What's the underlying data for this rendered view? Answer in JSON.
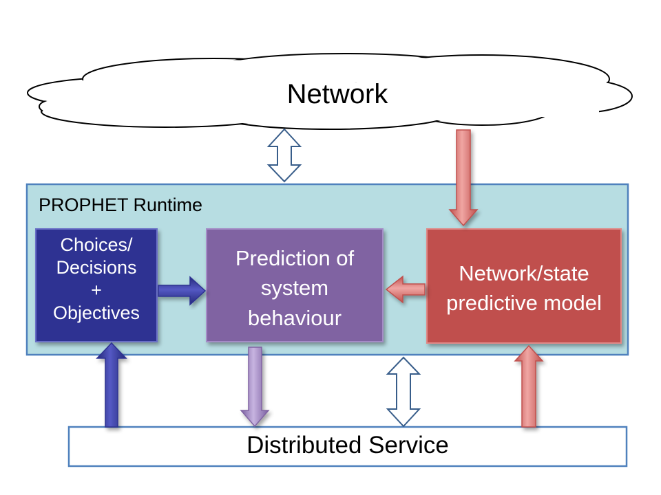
{
  "network": {
    "label": "Network"
  },
  "runtime": {
    "label": "PROPHET Runtime"
  },
  "choices": {
    "lines": [
      "Choices/",
      "Decisions",
      "+",
      "Objectives"
    ]
  },
  "prediction": {
    "lines": [
      "Prediction of",
      "system",
      "behaviour"
    ]
  },
  "model": {
    "lines": [
      "Network/state",
      "predictive model"
    ]
  },
  "service": {
    "label": "Distributed Service"
  },
  "colors": {
    "runtime_fill": "#b7dde2",
    "runtime_border": "#4f81bd",
    "choices_fill": "#2e3192",
    "prediction_fill": "#8064a2",
    "model_fill": "#c0504d",
    "service_border": "#4f81bd",
    "arrow_outline": "#385d8a"
  }
}
